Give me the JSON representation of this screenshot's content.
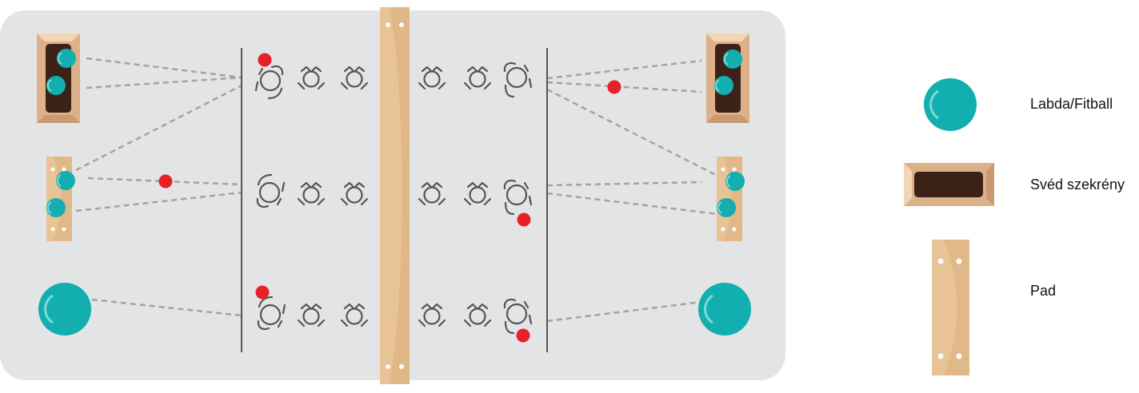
{
  "colors": {
    "court": "#e3e4e6",
    "ball": "#12aeb0",
    "ball_shine": "#7fd8da",
    "bench_wood": "#e8c395",
    "bench_shadow": "#d4a877",
    "box_wood": "#dcb088",
    "box_wood_dark": "#c99a70",
    "box_light": "#f2d5b3",
    "box_inner": "#3c2216",
    "marker": "#e8202a",
    "line": "#555558",
    "dash": "#a2a3a6",
    "player": "#555558"
  },
  "icons": {
    "ball": "ball-icon",
    "box": "vaulting-box-icon",
    "bench": "bench-icon",
    "player": "player-icon",
    "marker": "marker-dot-icon"
  },
  "legend": {
    "ball_label": "Labda/Fitball",
    "box_label": "Svéd szekrény",
    "bench_label": "Pad"
  }
}
